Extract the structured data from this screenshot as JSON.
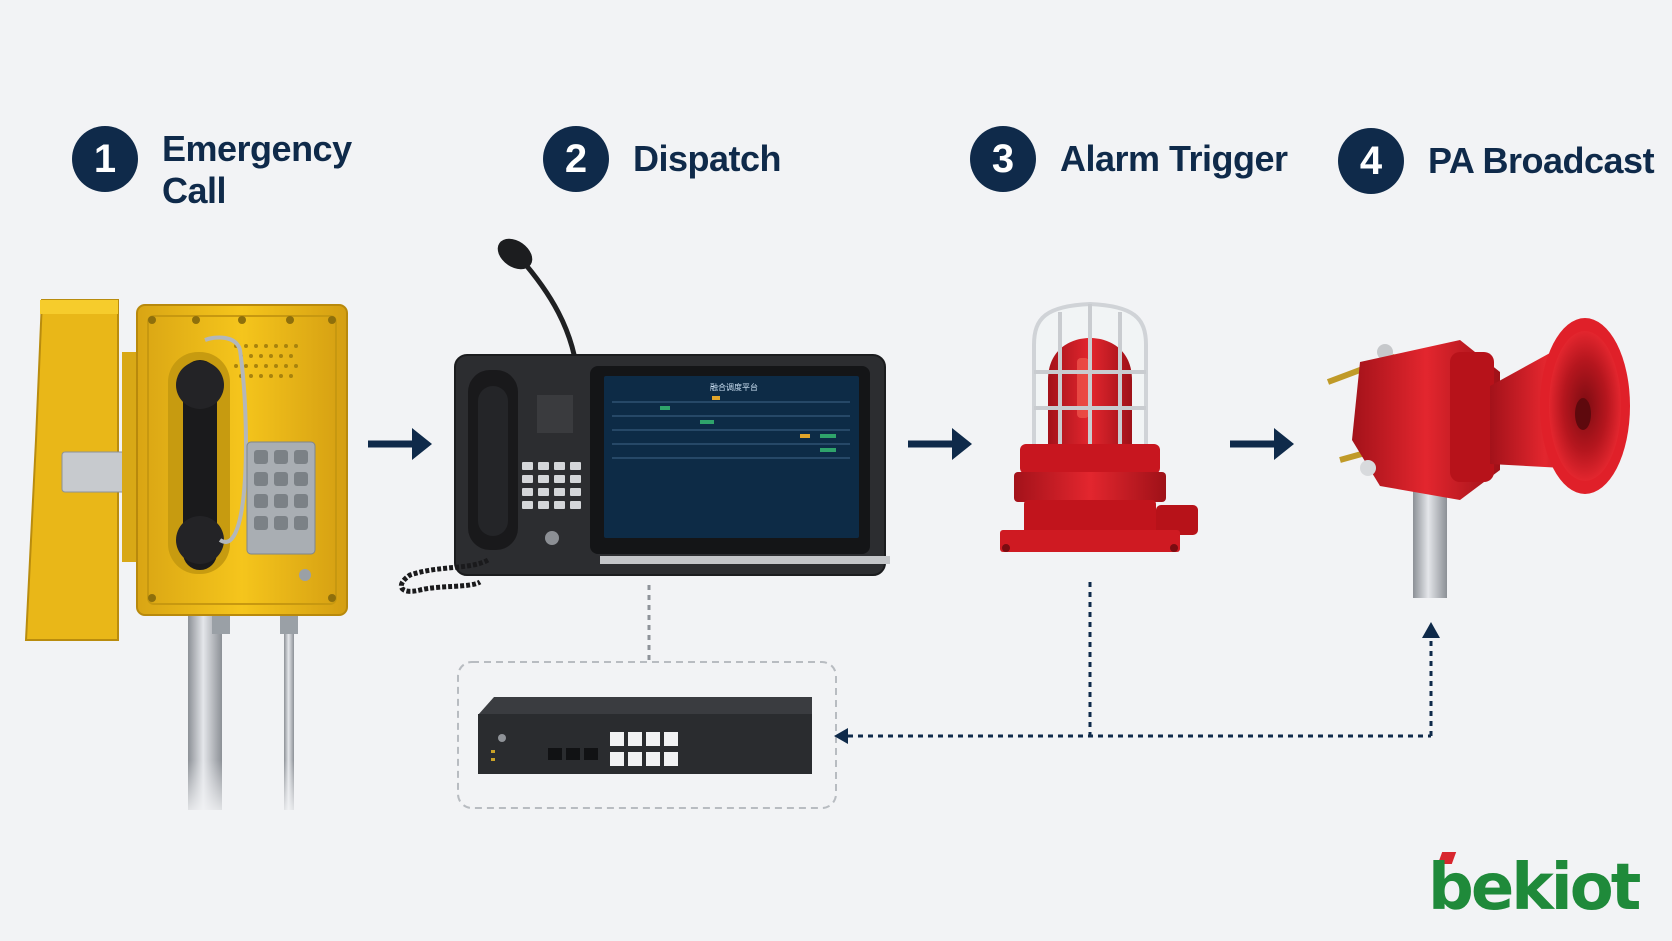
{
  "steps": [
    {
      "number": "1",
      "label_line1": "Emergency",
      "label_line2": "Call"
    },
    {
      "number": "2",
      "label": "Dispatch"
    },
    {
      "number": "3",
      "label": "Alarm Trigger"
    },
    {
      "number": "4",
      "label": "PA Broadcast"
    }
  ],
  "screen": {
    "title": "融合调度平台"
  },
  "logo": {
    "text": "bekiot"
  },
  "colors": {
    "navy": "#0f2a4a",
    "phone_yellow": "#f2c21a",
    "alarm_red": "#d61f26",
    "logo_green": "#1f8a3a",
    "logo_red": "#d8262e"
  }
}
